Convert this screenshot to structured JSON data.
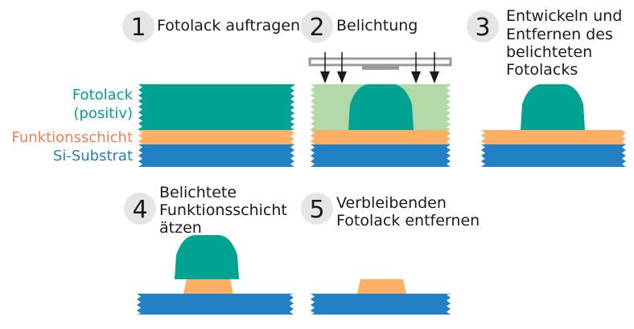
{
  "colors": {
    "photoresist": "#00a291",
    "exposed_resist": "#b2d9a8",
    "functional_layer": "#fbb065",
    "substrate": "#2280c4",
    "label_orange": "#f27d52",
    "step_circle": "#e5e5e5",
    "mask": "#999a9c"
  },
  "legend": {
    "photoresist_line1": "Fotolack",
    "photoresist_line2": "(positiv)",
    "functional_layer": "Funktionsschicht",
    "substrate": "Si-Substrat"
  },
  "steps": [
    {
      "number": "1",
      "lines": [
        "Fotolack auftragen"
      ]
    },
    {
      "number": "2",
      "lines": [
        "Belichtung"
      ]
    },
    {
      "number": "3",
      "lines": [
        "Entwickeln und",
        "Entfernen des",
        "belichteten",
        "Fotolacks"
      ]
    },
    {
      "number": "4",
      "lines": [
        "Belichtete",
        "Funktionsschicht",
        "ätzen"
      ]
    },
    {
      "number": "5",
      "lines": [
        "Verbleibenden",
        "Fotolack entfernen"
      ]
    }
  ]
}
